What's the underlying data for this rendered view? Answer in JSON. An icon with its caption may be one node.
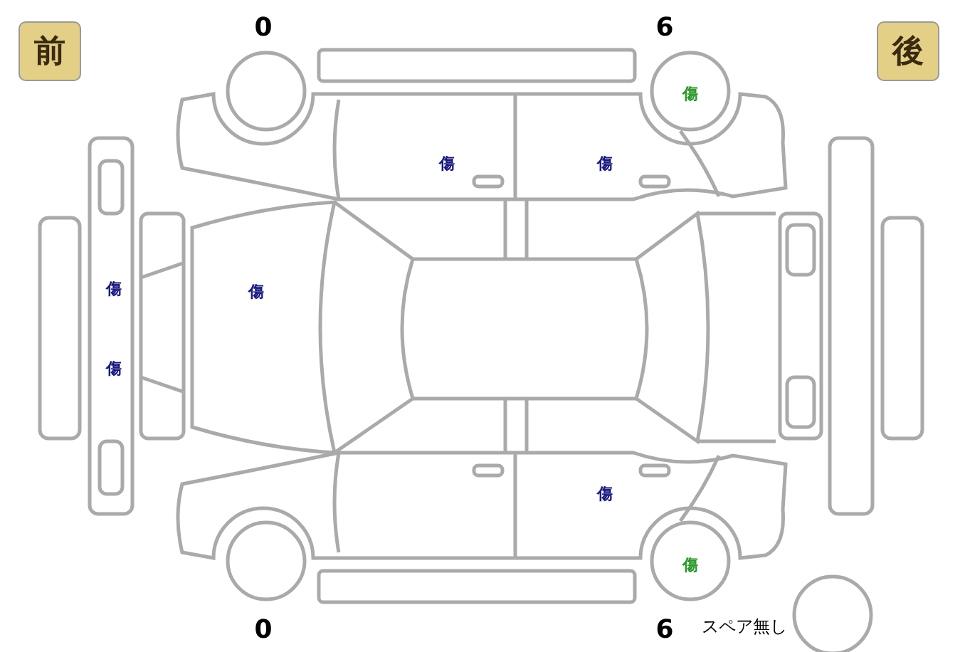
{
  "diagram": {
    "nodes": [
      {
        "text": [
          "前"
        ]
      },
      {
        "text": [
          "後"
        ]
      }
    ],
    "labels": [
      "0",
      "6",
      "傷",
      "傷",
      "傷",
      "傷",
      "傷",
      "傷",
      "傷",
      "傷",
      "0",
      "6",
      "スペア無し"
    ]
  }
}
